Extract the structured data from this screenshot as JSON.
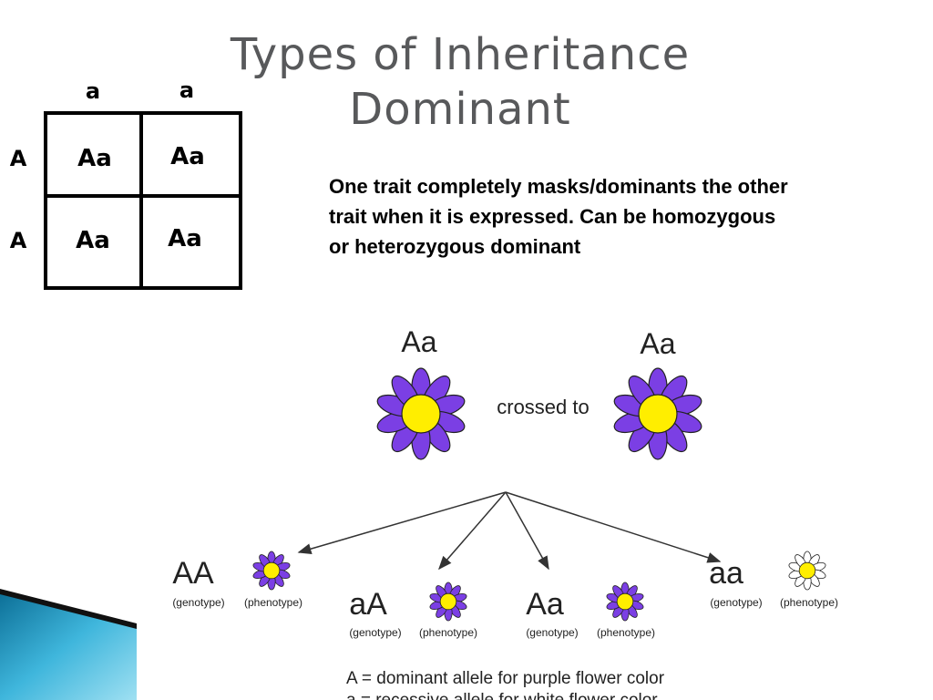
{
  "slide": {
    "title_line1": "Types of Inheritance",
    "title_line2": "Dominant",
    "description": "One trait completely masks/dominants the other\ntrait when it is expressed.   Can be homozygous\nor heterozygous dominant"
  },
  "punnett": {
    "col_headers": [
      "a",
      "a"
    ],
    "row_headers": [
      "A",
      "A"
    ],
    "cells": [
      [
        "Aa",
        "Aa"
      ],
      [
        "Aa",
        "Aa"
      ]
    ]
  },
  "cross": {
    "parent_left": "Aa",
    "parent_right": "Aa",
    "crossed_label": "crossed to",
    "offspring": [
      {
        "genotype": "AA",
        "genotype_caption": "(genotype)",
        "phenotype_caption": "(phenotype)",
        "flower": "purple"
      },
      {
        "genotype": "aA",
        "genotype_caption": "(genotype)",
        "phenotype_caption": "(phenotype)",
        "flower": "purple"
      },
      {
        "genotype": "Aa",
        "genotype_caption": "(genotype)",
        "phenotype_caption": "(phenotype)",
        "flower": "purple"
      },
      {
        "genotype": "aa",
        "genotype_caption": "(genotype)",
        "phenotype_caption": "(phenotype)",
        "flower": "white"
      }
    ],
    "legend": [
      "A = dominant allele for purple flower color",
      "a = recessive allele for white flower color"
    ]
  },
  "colors": {
    "petal_purple": "#7b3fe4",
    "flower_center": "#ffee00",
    "title_gray": "#58595b",
    "accent_teal": "#2aa3c9"
  }
}
